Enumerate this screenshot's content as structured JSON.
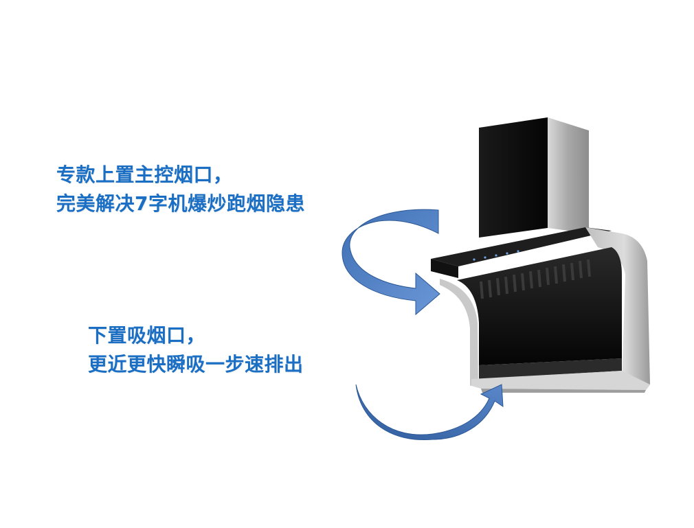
{
  "upper_callout": {
    "line1": "专款上置主控烟口，",
    "line2": "完美解决7字机爆炒跑烟隐患"
  },
  "lower_callout": {
    "line1": "下置吸烟口，",
    "line2": "更近更快瞬吸一步速排出"
  },
  "colors": {
    "text": "#1a6fc4",
    "arrow": "#4f7fc1",
    "arrow_dark": "#2c5896"
  },
  "icons": {
    "upper_arrow": "curved-arrow-icon",
    "lower_arrow": "curved-arrow-icon"
  }
}
